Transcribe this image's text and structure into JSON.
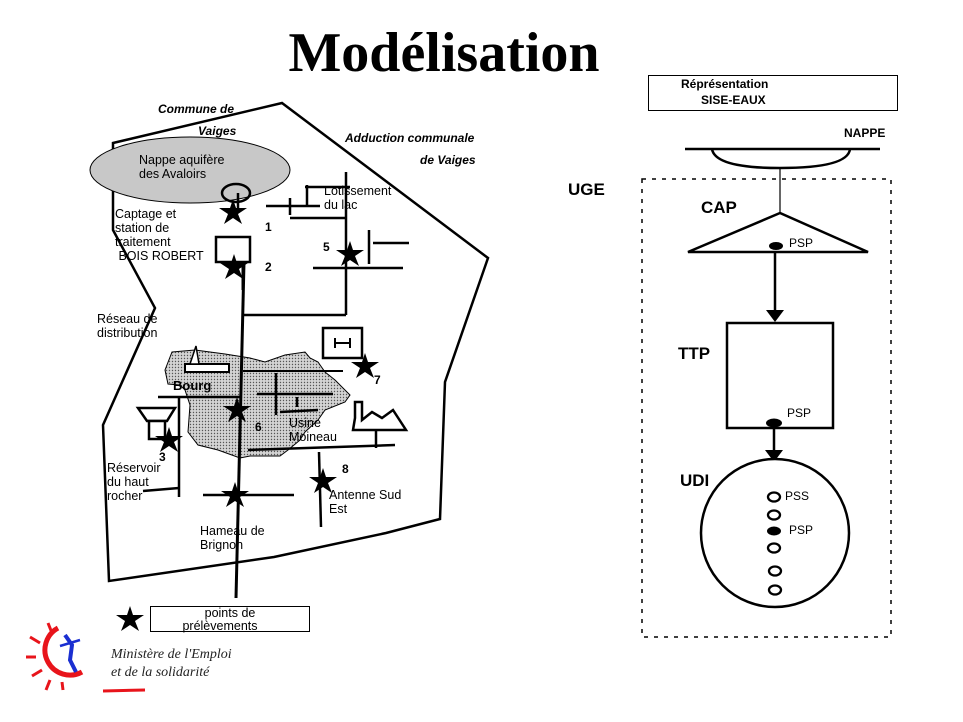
{
  "title": "Modélisation",
  "map": {
    "commune_label": [
      "Commune de",
      "Vaiges"
    ],
    "adduction_label": [
      "Adduction communale",
      "de Vaiges"
    ],
    "nappe_label": [
      "Nappe aquifère",
      "des Avaloirs"
    ],
    "captage_label": [
      "Captage et",
      "station de",
      "traitement",
      " BOIS ROBERT"
    ],
    "lotissement_label": [
      "Lotissement",
      "du lac"
    ],
    "reseau_label": [
      "Réseau de",
      "distribution"
    ],
    "bourg_label": "Bourg",
    "usine_label": [
      "Usine",
      "Moineau"
    ],
    "reservoir_label": [
      "Réservoir",
      "du haut",
      "rocher"
    ],
    "hameau_label": [
      "Hameau de",
      "Brignon"
    ],
    "antenne_label": [
      "Antenne Sud",
      "Est"
    ],
    "points": [
      "1",
      "2",
      "3",
      "5",
      "6",
      "7",
      "8"
    ]
  },
  "legend": {
    "icon": "star-icon",
    "label": [
      "points de",
      "prélèvements"
    ]
  },
  "ministry": {
    "line1": "Ministère de l'Emploi",
    "line2": "et de la solidarité",
    "colors": {
      "sun": "#e8141b",
      "figure": "#1a2fd1"
    }
  },
  "sise": {
    "header": [
      "Réprésentation",
      "SISE-EAUX"
    ],
    "nappe": "NAPPE",
    "uge": "UGE",
    "cap": "CAP",
    "ttp": "TTP",
    "udi": "UDI",
    "cap_point": "PSP",
    "ttp_point": "PSP",
    "udi_points": [
      "PSS",
      "PSP"
    ]
  }
}
